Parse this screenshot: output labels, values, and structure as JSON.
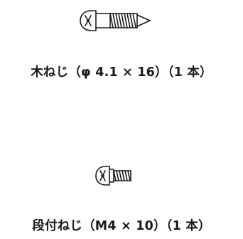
{
  "parts": [
    {
      "id": "wood-screw",
      "icon": "wood-screw-icon",
      "caption": "木ねじ（φ 4.1 × 16）（1 本）"
    },
    {
      "id": "stepped-screw",
      "icon": "stepped-screw-icon",
      "caption": "段付ねじ（M4 × 10）（1 本）"
    }
  ],
  "colors": {
    "ink": "#1a1a1a",
    "background": "#ffffff"
  }
}
